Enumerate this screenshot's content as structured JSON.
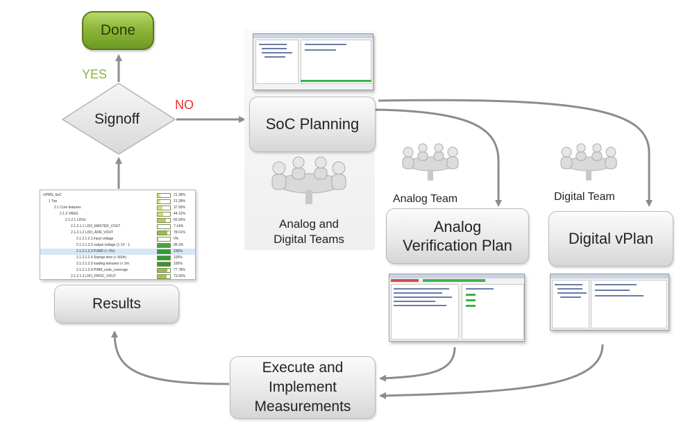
{
  "nodes": {
    "done": "Done",
    "signoff": "Signoff",
    "yes": "YES",
    "no": "NO",
    "soc_planning": "SoC Planning",
    "analog_digital_teams": [
      "Analog  and",
      "Digital Teams"
    ],
    "analog_team": "Analog Team",
    "digital_team": "Digital Team",
    "analog_plan": [
      "Analog",
      "Verification Plan"
    ],
    "digital_vplan": "Digital vPlan",
    "results": "Results",
    "execute": [
      "Execute and",
      "Implement",
      "Measurements"
    ]
  },
  "results_table": [
    {
      "label": "UPMS_SoC",
      "pct": "21.28%",
      "fill": 0.21,
      "color": "#e3e36a"
    },
    {
      "label": "1 Top",
      "pct": "21.28%",
      "fill": 0.21,
      "color": "#e3e36a"
    },
    {
      "label": "2.1 Core features",
      "pct": "37.93%",
      "fill": 0.38,
      "color": "#d9df6a"
    },
    {
      "label": "2.1.2 VREG",
      "pct": "44.12%",
      "fill": 0.44,
      "color": "#d4dc68"
    },
    {
      "label": "2.1.2.1 LDOs",
      "pct": "65.92%",
      "fill": 0.66,
      "color": "#b6cc5a"
    },
    {
      "label": "2.1.2.1.1 LDO_MASTER_VOUT",
      "pct": "7.14%",
      "fill": 0.07,
      "color": "#e8e87a"
    },
    {
      "label": "2.1.2.1.2 LDO_ADR_VOUT",
      "pct": "78.01%",
      "fill": 0.78,
      "color": "#95bf49"
    },
    {
      "label": "2.1.2.1.2.1 input voltage",
      "pct": "0%",
      "fill": 0.0,
      "color": "#f1b5b5"
    },
    {
      "label": "2.1.2.1.2.2 output voltage (1.1V - 1.",
      "pct": "99.3%",
      "fill": 0.99,
      "color": "#4aa23a"
    },
    {
      "label": "2.1.2.1.2.3 PSRR (< 3%)",
      "pct": "100%",
      "fill": 1.0,
      "color": "#2f9a34"
    },
    {
      "label": "2.1.2.1.2.4 Startup time (< 500n)",
      "pct": "100%",
      "fill": 1.0,
      "color": "#2f9a34"
    },
    {
      "label": "2.1.2.1.2.5 loading behavior (< 5m",
      "pct": "100%",
      "fill": 1.0,
      "color": "#2f9a34"
    },
    {
      "label": "2.1.2.1.2.6 PWM_code_coverage",
      "pct": "77.78%",
      "fill": 0.78,
      "color": "#95bf49"
    },
    {
      "label": "2.1.2.1.3 LDO_PROC_VOUT",
      "pct": "73.92%",
      "fill": 0.74,
      "color": "#a2c54f"
    }
  ]
}
